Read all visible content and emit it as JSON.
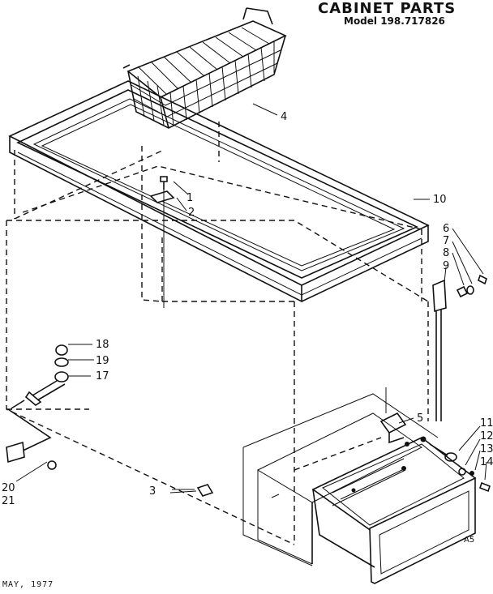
{
  "header": {
    "title": "CABINET PARTS",
    "model": "Model 198.717826"
  },
  "footer": {
    "date": "MAY, 1977",
    "code": "A5"
  },
  "callouts": [
    "1",
    "2",
    "3",
    "4",
    "5",
    "6",
    "7",
    "8",
    "9",
    "10",
    "11",
    "12",
    "13",
    "14",
    "17",
    "18",
    "19",
    "20",
    "21"
  ]
}
